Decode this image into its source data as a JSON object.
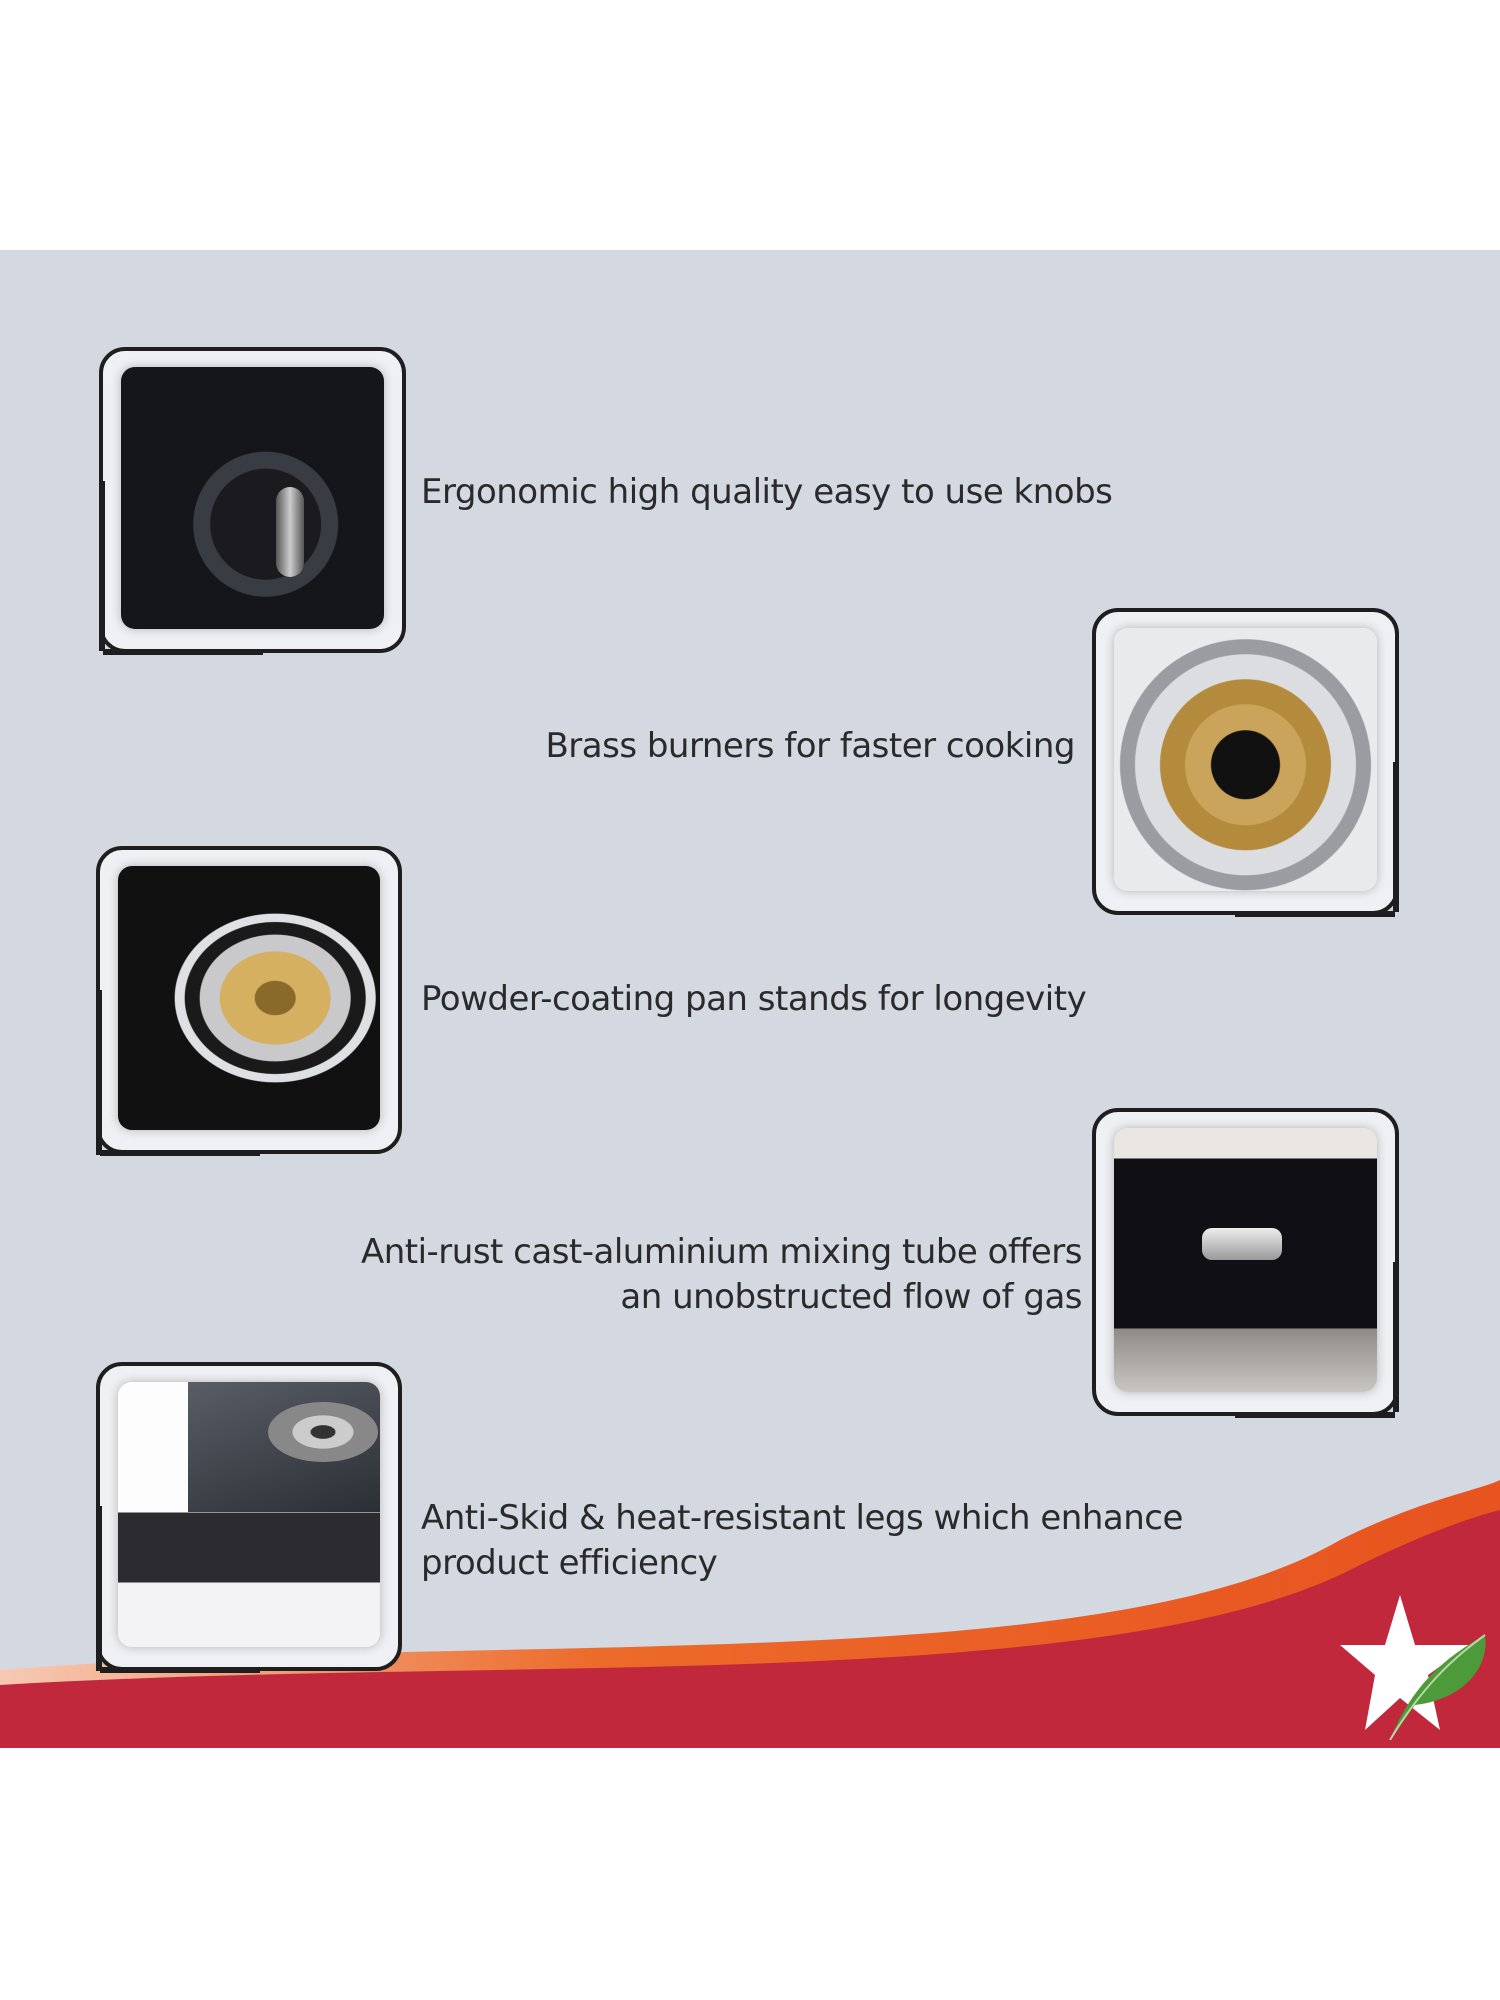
{
  "features": [
    {
      "text": "Ergonomic high quality easy to use knobs",
      "image": "knob-photo"
    },
    {
      "text": "Brass burners for faster cooking",
      "image": "brass-burner-photo"
    },
    {
      "text": "Powder-coating pan stands for longevity",
      "image": "pan-stand-photo"
    },
    {
      "lines": [
        "Anti-rust cast-aluminium mixing tube offers",
        "an unobstructed flow of gas"
      ],
      "image": "mixing-tube-photo"
    },
    {
      "lines": [
        "Anti-Skid & heat-resistant legs which enhance",
        "product efficiency"
      ],
      "image": "legs-photo"
    }
  ],
  "colors": {
    "panel": "#d3d8e1",
    "band_red": "#c2283c",
    "band_orange": "#e8531f",
    "frame": "#1e1e1e",
    "logo_leaf": "#4c9a3a"
  },
  "logo": {
    "icon": "star-leaf-logo"
  }
}
